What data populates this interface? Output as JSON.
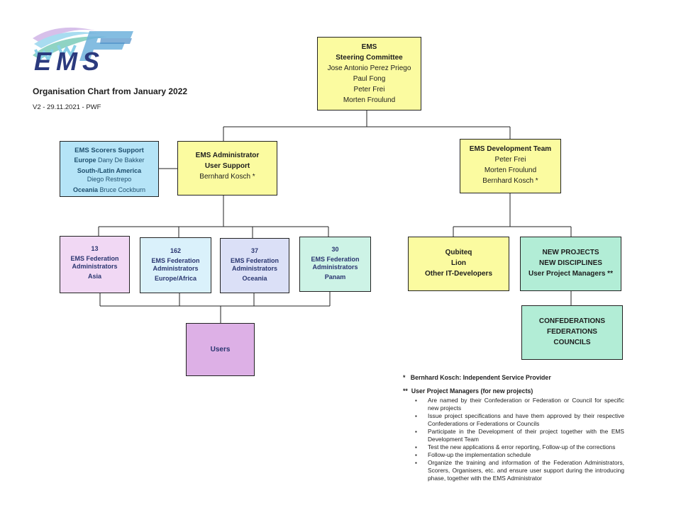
{
  "header": {
    "logo_text": "EMS",
    "title": "Organisation Chart from January 2022",
    "version": "V2 - 29.11.2021 - PWF"
  },
  "colors": {
    "yellow": "#fbfba0",
    "blue": "#b5e4f7",
    "lavender": "#f1d8f4",
    "lightblue": "#daf1fb",
    "periwinkle": "#dbe0f7",
    "mint": "#cdf3e6",
    "mint_dark": "#b2edd6",
    "purple": "#ddb0e6"
  },
  "steering": {
    "title": "EMS",
    "subtitle": "Steering Committee",
    "members": [
      "Jose Antonio Perez Priego",
      "Paul Fong",
      "Peter Frei",
      "Morten Froulund"
    ]
  },
  "scorers": {
    "title": "EMS Scorers Support",
    "europe_region": "Europe",
    "europe_person": "Dany De Bakker",
    "latam_region": "South-/Latin America",
    "latam_person": "Diego Restrepo",
    "oceania_region": "Oceania",
    "oceania_person": "Bruce Cockburn"
  },
  "admin": {
    "title": "EMS Administrator",
    "subtitle": "User Support",
    "person": "Bernhard Kosch *"
  },
  "devteam": {
    "title": "EMS Development Team",
    "members": [
      "Peter Frei",
      "Morten Froulund",
      "Bernhard Kosch *"
    ]
  },
  "federations": [
    {
      "count": "13",
      "label": "EMS Federation Administrators",
      "region": "Asia"
    },
    {
      "count": "162",
      "label": "EMS Federation Administrators",
      "region": "Europe/Africa"
    },
    {
      "count": "37",
      "label": "EMS Federation Administrators",
      "region": "Oceania"
    },
    {
      "count": "30",
      "label": "EMS Federation Administrators",
      "region": "Panam"
    }
  ],
  "developers": {
    "lines": [
      "Qubiteq",
      "Lion",
      "Other IT-Developers"
    ]
  },
  "projects": {
    "lines": [
      "NEW PROJECTS",
      "NEW DISCIPLINES",
      "User Project Managers **"
    ]
  },
  "confed": {
    "lines": [
      "CONFEDERATIONS",
      "FEDERATIONS",
      "COUNCILS"
    ]
  },
  "users": {
    "label": "Users"
  },
  "notes": {
    "note1": "*   Bernhard Kosch: Independent Service Provider",
    "note2": "**  User Project Managers (for new projects)",
    "bullets": [
      "Are named by their Confederation or Federation or Council for specific new projects",
      "Issue project specifications and have them approved by their respective Confederations or Federations or Councils",
      "Participate in the Development of their project together with the EMS Development Team",
      "Test the new applications & error reporting, Follow-up of the corrections",
      "Follow-up the implementation schedule",
      "Organize the training and information of the Federation Administrators, Scorers, Organisers, etc. and ensure user support during the introducing phase, together with the EMS Administrator"
    ]
  }
}
